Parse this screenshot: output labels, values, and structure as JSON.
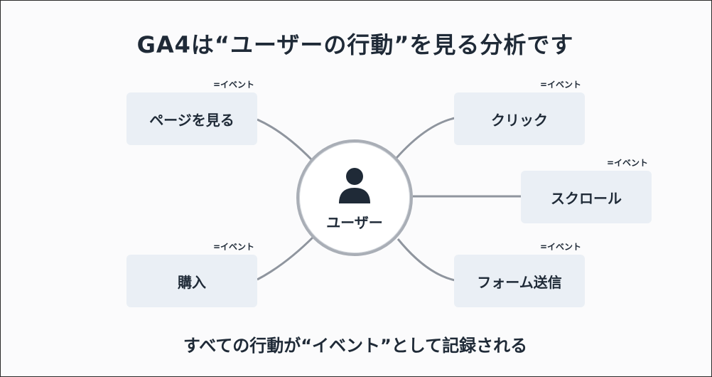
{
  "title": "GA4は“ユーザーの行動”を見る分析です",
  "center": {
    "label": "ユーザー",
    "icon": "user-icon"
  },
  "actions": [
    {
      "label": "ページを見る",
      "tag": "=イベント"
    },
    {
      "label": "購入",
      "tag": "=イベント"
    },
    {
      "label": "クリック",
      "tag": "=イベント"
    },
    {
      "label": "スクロール",
      "tag": "=イベント"
    },
    {
      "label": "フォーム送信",
      "tag": "=イベント"
    }
  ],
  "footer": "すべての行動が“イベント”として記録される",
  "colors": {
    "box": "#eaeff5",
    "connector": "#8f959e",
    "text": "#1f2a37",
    "hub_border": "#a9aeb6"
  }
}
